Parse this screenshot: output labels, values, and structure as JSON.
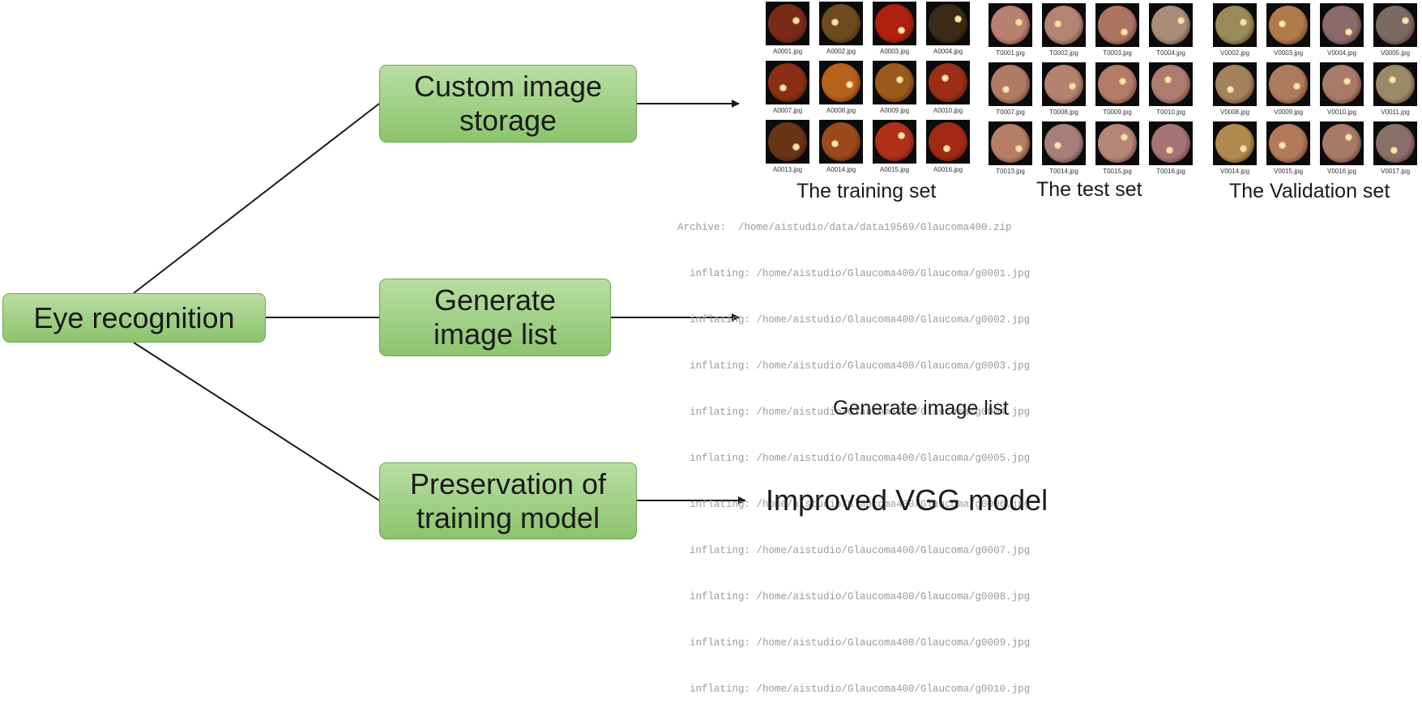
{
  "nodes": {
    "root": "Eye recognition",
    "storage": [
      "Custom image",
      "storage"
    ],
    "list": [
      "Generate",
      "image list"
    ],
    "preserve": [
      "Preservation of",
      "training model"
    ]
  },
  "datasets": {
    "training": {
      "caption": "The training set",
      "files": [
        "A0001.jpg",
        "A0002.jpg",
        "A0003.jpg",
        "A0004.jpg",
        "A0007.jpg",
        "A0008.jpg",
        "A0009.jpg",
        "A0010.jpg",
        "A0013.jpg",
        "A0014.jpg",
        "A0015.jpg",
        "A0016.jpg"
      ],
      "colors": [
        "#7a2a18",
        "#6e4a1e",
        "#b0200f",
        "#3a2a16",
        "#8a2e14",
        "#b7621a",
        "#9a5a1c",
        "#9a2e16",
        "#6a3416",
        "#9a4a1c",
        "#b0301a",
        "#a22a14"
      ]
    },
    "test": {
      "caption": "The test set",
      "files": [
        "T0001.jpg",
        "T0002.jpg",
        "T0003.jpg",
        "T0004.jpg",
        "T0007.jpg",
        "T0008.jpg",
        "T0009.jpg",
        "T0010.jpg",
        "T0013.jpg",
        "T0014.jpg",
        "T0015.jpg",
        "T0016.jpg"
      ],
      "colors": [
        "#b88070",
        "#b48472",
        "#ae7462",
        "#a88c76",
        "#b27a66",
        "#b4826e",
        "#b47a6a",
        "#ad7c6e",
        "#b67e66",
        "#a87e7a",
        "#b48676",
        "#a67474"
      ]
    },
    "validation": {
      "caption": "The Validation set",
      "files": [
        "V0002.jpg",
        "V0003.jpg",
        "V0004.jpg",
        "V0005.jpg",
        "V0008.jpg",
        "V0009.jpg",
        "V0010.jpg",
        "V0011.jpg",
        "V0014.jpg",
        "V0015.jpg",
        "V0016.jpg",
        "V0017.jpg"
      ],
      "colors": [
        "#9a8a5a",
        "#b07a4a",
        "#8a6a6a",
        "#7a6a62",
        "#a4825e",
        "#ae7a5e",
        "#a87a6a",
        "#9a8a68",
        "#b08a4e",
        "#b27a5a",
        "#a87a66",
        "#8a6e68"
      ]
    }
  },
  "log": {
    "archive": "Archive:  /home/aistudio/data/data19569/Glaucoma400.zip",
    "lines": [
      "  inflating: /home/aistudio/Glaucoma400/Glaucoma/g0001.jpg",
      "  inflating: /home/aistudio/Glaucoma400/Glaucoma/g0002.jpg",
      "  inflating: /home/aistudio/Glaucoma400/Glaucoma/g0003.jpg",
      "  inflating: /home/aistudio/Glaucoma400/Glaucoma/g0004.jpg",
      "  inflating: /home/aistudio/Glaucoma400/Glaucoma/g0005.jpg",
      "  inflating: /home/aistudio/Glaucoma400/Glaucoma/g0006.jpg",
      "  inflating: /home/aistudio/Glaucoma400/Glaucoma/g0007.jpg",
      "  inflating: /home/aistudio/Glaucoma400/Glaucoma/g0008.jpg",
      "  inflating: /home/aistudio/Glaucoma400/Glaucoma/g0009.jpg",
      "  inflating: /home/aistudio/Glaucoma400/Glaucoma/g0010.jpg"
    ],
    "caption": "Generate image list"
  },
  "model_label": "Improved VGG model",
  "colors": {
    "node_fill_top": "#b9dea3",
    "node_fill_bottom": "#8cc46d",
    "node_border": "#6aa84f",
    "line": "#1a1a1a",
    "log_text": "#9a9a9a"
  }
}
